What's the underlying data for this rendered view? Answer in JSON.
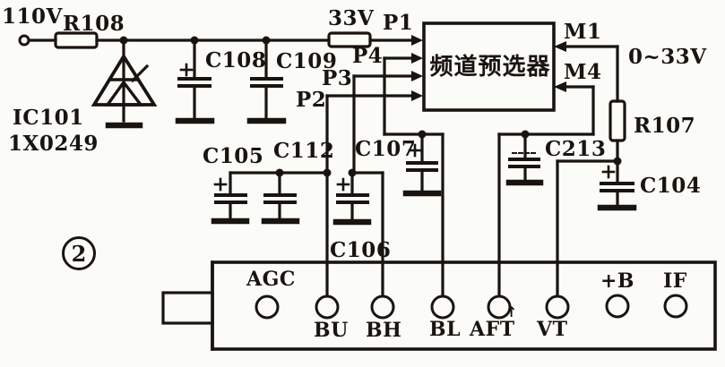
{
  "figure": {
    "number": "2"
  },
  "labels": {
    "v110": "110V",
    "r108": "R108",
    "ic101": "IC101",
    "ic101_part": "1X0249",
    "c108": "C108",
    "c109": "C109",
    "v33": "33V",
    "p1": "P1",
    "p4": "P4",
    "p3": "P3",
    "p2": "P2",
    "m1": "M1",
    "m4": "M4",
    "v0_33": "0~33V",
    "r107": "R107",
    "c213": "C213",
    "c104": "C104",
    "c107": "C107",
    "c106": "C106",
    "c105": "C105",
    "c112": "C112"
  },
  "preselector": {
    "label": "频道预选器"
  },
  "tuner": {
    "terminals": [
      {
        "id": "agc",
        "label": "AGC"
      },
      {
        "id": "bu",
        "label": "BU"
      },
      {
        "id": "bh",
        "label": "BH"
      },
      {
        "id": "bl",
        "label": "BL"
      },
      {
        "id": "aft",
        "label": "AFT",
        "arrow": "↑"
      },
      {
        "id": "vt",
        "label": "VT"
      },
      {
        "id": "b_plus",
        "label": "+B"
      },
      {
        "id": "if",
        "label": "IF"
      }
    ]
  }
}
